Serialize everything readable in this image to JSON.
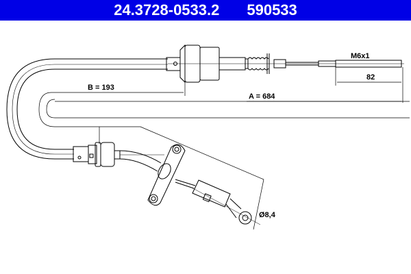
{
  "header": {
    "part_number": "24.3728-0533.2",
    "ref_number": "590533",
    "background_color": "#0000e6",
    "text_color": "#ffffff"
  },
  "drawing": {
    "labels": {
      "thread": "M6x1",
      "thread_length": "82",
      "dim_b": "B = 193",
      "dim_a": "A = 684",
      "eye_diameter": "Ø8,4"
    },
    "line_color": "#000000"
  }
}
